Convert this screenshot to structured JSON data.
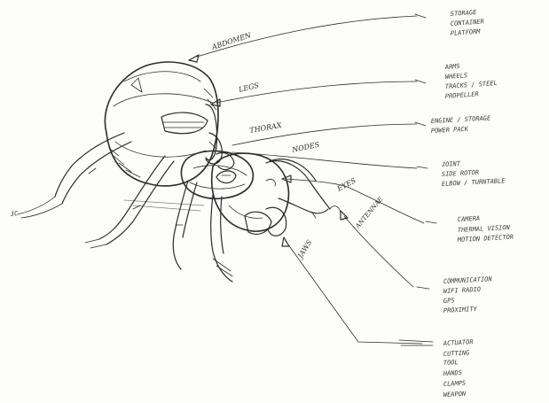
{
  "callouts": [
    {
      "id": "abdomen",
      "label": "ABDOMEN",
      "notes": [
        "STORAGE",
        "CONTAINER",
        "PLATFORM"
      ]
    },
    {
      "id": "legs",
      "label": "LEGS",
      "notes": [
        "ARMS",
        "WHEELS",
        "TRACKS / STEEL",
        "PROPELLER"
      ]
    },
    {
      "id": "thorax",
      "label": "THORAX",
      "notes": [
        "ENGINE / STORAGE",
        "POWER PACK"
      ]
    },
    {
      "id": "nodes",
      "label": "NODES",
      "notes": [
        "JOINT",
        "SIDE ROTOR",
        "ELBOW / TURNTABLE"
      ]
    },
    {
      "id": "eyes",
      "label": "EYES",
      "notes": [
        "CAMERA",
        "THERMAL VISION",
        "MOTION DETECTOR"
      ]
    },
    {
      "id": "antennae",
      "label": "ANTENNAE",
      "notes": [
        "COMMUNICATION",
        "WIFI RADIO",
        "GPS",
        "PROXIMITY"
      ]
    },
    {
      "id": "jaws",
      "label": "JAWS",
      "notes": [
        "ACTUATOR",
        "CUTTING",
        "TOOL",
        "HANDS",
        "CLAMPS",
        "WEAPON"
      ]
    }
  ],
  "signature": "JC",
  "colors": {
    "ink": "#2b2b2b",
    "paper": "#fdfdfc"
  }
}
